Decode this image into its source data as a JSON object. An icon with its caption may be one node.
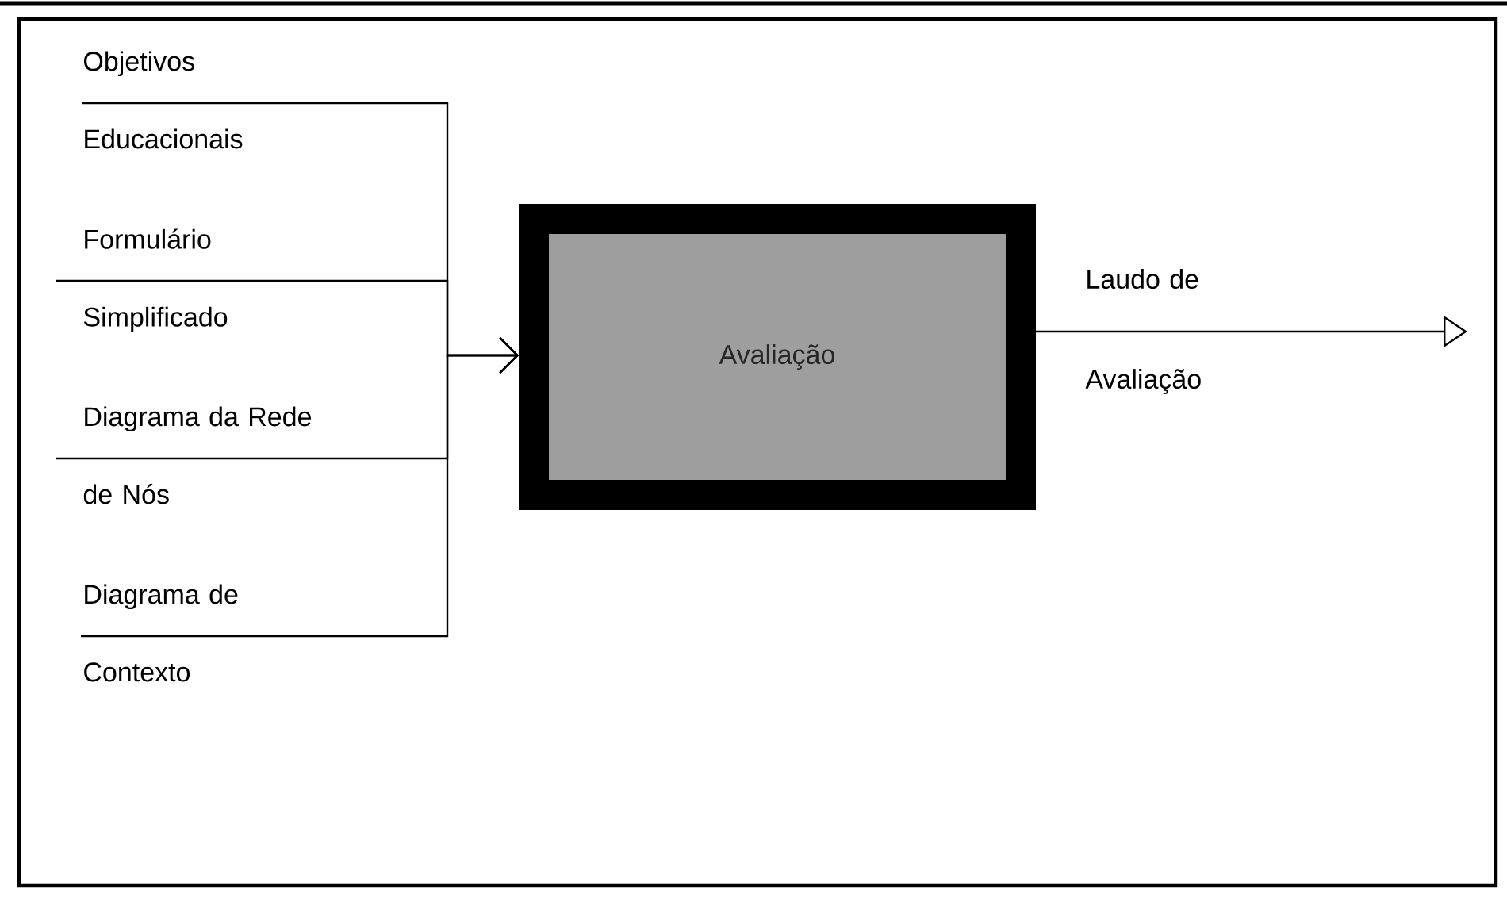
{
  "diagram": {
    "nodes": [
      {
        "text": [
          "Objetivos Educacionais"
        ]
      },
      {
        "text": [
          "Formulário Simplificado"
        ]
      },
      {
        "text": [
          "Diagrama da Rede de Nós"
        ]
      },
      {
        "text": [
          "Diagrama de Contexto"
        ]
      },
      {
        "text": [
          "Avaliação"
        ]
      }
    ],
    "edges": [
      {
        "from": 0,
        "to": 4,
        "arrow": "to"
      },
      {
        "from": 1,
        "to": 4,
        "arrow": "to"
      },
      {
        "from": 2,
        "to": 4,
        "arrow": "to"
      },
      {
        "from": 3,
        "to": 4,
        "arrow": "to"
      },
      {
        "from": 4,
        "to": null,
        "arrow": "to",
        "label": "Laudo de Avaliação"
      }
    ]
  }
}
